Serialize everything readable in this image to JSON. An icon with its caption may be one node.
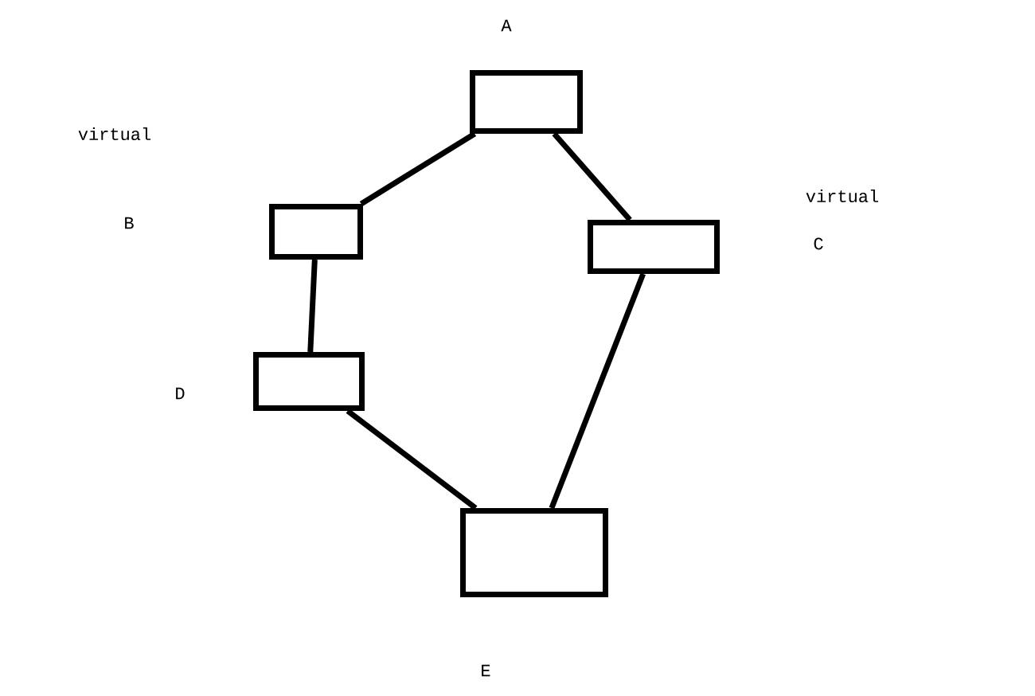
{
  "diagram": {
    "nodes": [
      {
        "text": [],
        "shape": "box"
      },
      {
        "text": [],
        "shape": "box"
      },
      {
        "text": [],
        "shape": "box"
      },
      {
        "text": [],
        "shape": "box"
      },
      {
        "text": [],
        "shape": "box"
      }
    ],
    "edges": [
      {
        "from": 0,
        "to": 1,
        "arrow": "none"
      },
      {
        "from": 0,
        "to": 2,
        "arrow": "none"
      },
      {
        "from": 1,
        "to": 3,
        "arrow": "none"
      },
      {
        "from": 3,
        "to": 4,
        "arrow": "none"
      },
      {
        "from": 2,
        "to": 4,
        "arrow": "none"
      }
    ],
    "labels": [
      "A",
      "virtual",
      "virtual",
      "B",
      "C",
      "D",
      "E"
    ]
  }
}
